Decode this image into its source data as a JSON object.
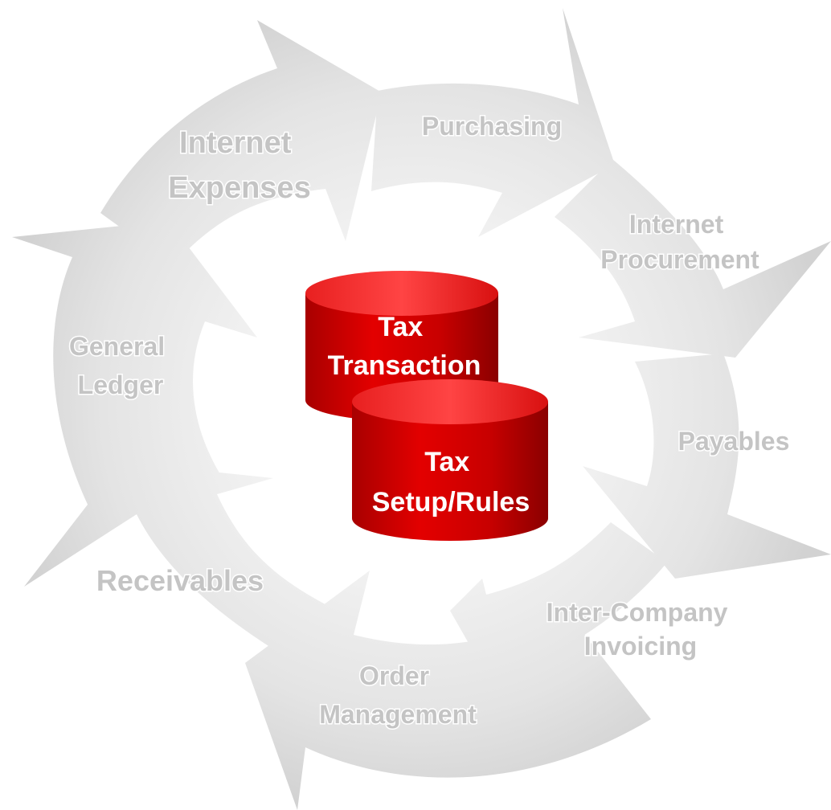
{
  "center": {
    "db_top": {
      "line1": "Tax",
      "line2": "Transaction"
    },
    "db_bottom": {
      "line1": "Tax",
      "line2": "Setup/Rules"
    }
  },
  "modules": {
    "purchasing": {
      "line1": "Purchasing"
    },
    "internet_procurement": {
      "line1": "Internet",
      "line2": "Procurement"
    },
    "payables": {
      "line1": "Payables"
    },
    "inter_company_invoicing": {
      "line1": "Inter-Company",
      "line2": "Invoicing"
    },
    "order_management": {
      "line1": "Order",
      "line2": "Management"
    },
    "receivables": {
      "line1": "Receivables"
    },
    "general_ledger": {
      "line1": "General",
      "line2": "Ledger"
    },
    "internet_expenses": {
      "line1": "Internet",
      "line2": "Expenses"
    }
  },
  "colors": {
    "arrow_light": "#f3f3f3",
    "arrow_dark": "#d3d3d3",
    "label": "#c4c4c4",
    "db_red": "#d40000",
    "db_red_light": "#ff4040",
    "db_red_dark": "#a00000",
    "db_text": "#ffffff"
  }
}
